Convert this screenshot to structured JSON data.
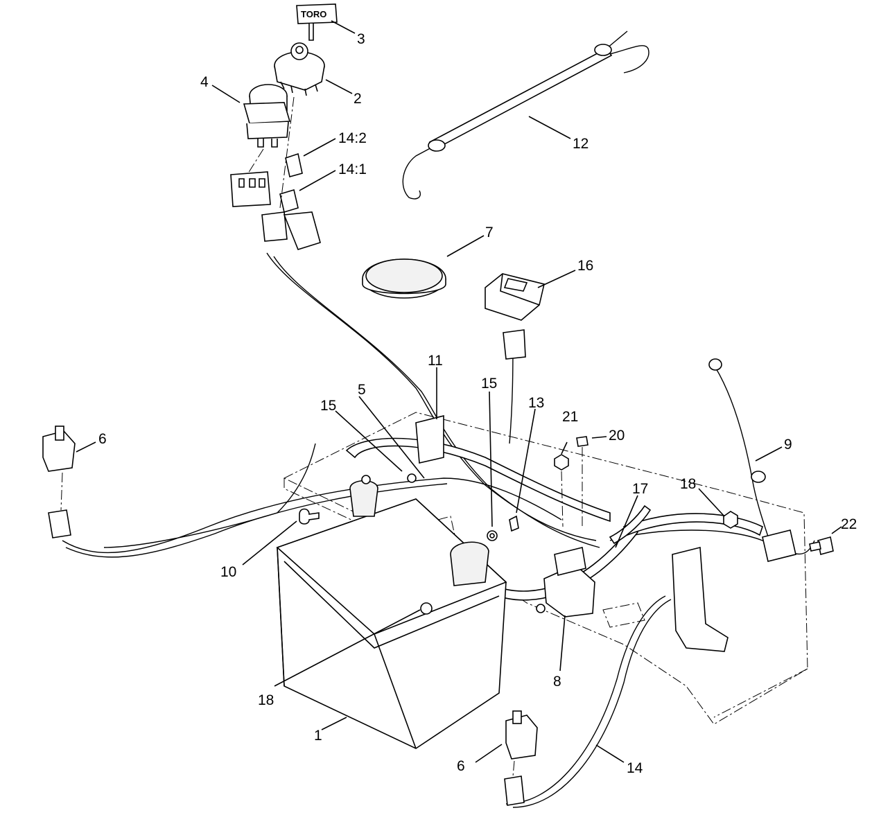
{
  "diagram": {
    "brand_on_key": "TORO",
    "callouts": [
      {
        "id": "lbl-1",
        "text": "1"
      },
      {
        "id": "lbl-2",
        "text": "2"
      },
      {
        "id": "lbl-3",
        "text": "3"
      },
      {
        "id": "lbl-4",
        "text": "4"
      },
      {
        "id": "lbl-5",
        "text": "5"
      },
      {
        "id": "lbl-6a",
        "text": "6"
      },
      {
        "id": "lbl-6b",
        "text": "6"
      },
      {
        "id": "lbl-7",
        "text": "7"
      },
      {
        "id": "lbl-8",
        "text": "8"
      },
      {
        "id": "lbl-9",
        "text": "9"
      },
      {
        "id": "lbl-10",
        "text": "10"
      },
      {
        "id": "lbl-11",
        "text": "11"
      },
      {
        "id": "lbl-12",
        "text": "12"
      },
      {
        "id": "lbl-13",
        "text": "13"
      },
      {
        "id": "lbl-14",
        "text": "14"
      },
      {
        "id": "lbl-14-1",
        "text": "14:1"
      },
      {
        "id": "lbl-14-2",
        "text": "14:2"
      },
      {
        "id": "lbl-15a",
        "text": "15"
      },
      {
        "id": "lbl-15b",
        "text": "15"
      },
      {
        "id": "lbl-16",
        "text": "16"
      },
      {
        "id": "lbl-17",
        "text": "17"
      },
      {
        "id": "lbl-18a",
        "text": "18"
      },
      {
        "id": "lbl-18b",
        "text": "18"
      },
      {
        "id": "lbl-20",
        "text": "20"
      },
      {
        "id": "lbl-21",
        "text": "21"
      },
      {
        "id": "lbl-22",
        "text": "22"
      }
    ]
  }
}
